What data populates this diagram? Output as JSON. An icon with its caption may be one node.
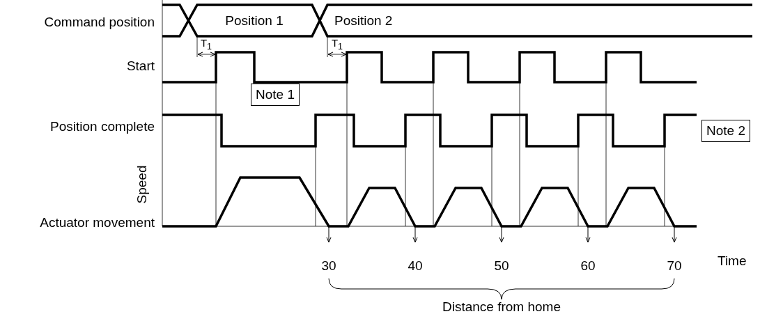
{
  "diagram": {
    "nodes": [
      {
        "text": [
          "Note 1"
        ]
      },
      {
        "text": [
          "Note 2"
        ]
      }
    ],
    "labels": [
      "Command position",
      "Position 1",
      "Position 2",
      "T$_{1}$",
      "T$_{1}$",
      "Start",
      "Position complete",
      "Speed",
      "Actuator movement",
      "30",
      "40",
      "50",
      "60",
      "70",
      "Time",
      "Distance from home"
    ]
  }
}
